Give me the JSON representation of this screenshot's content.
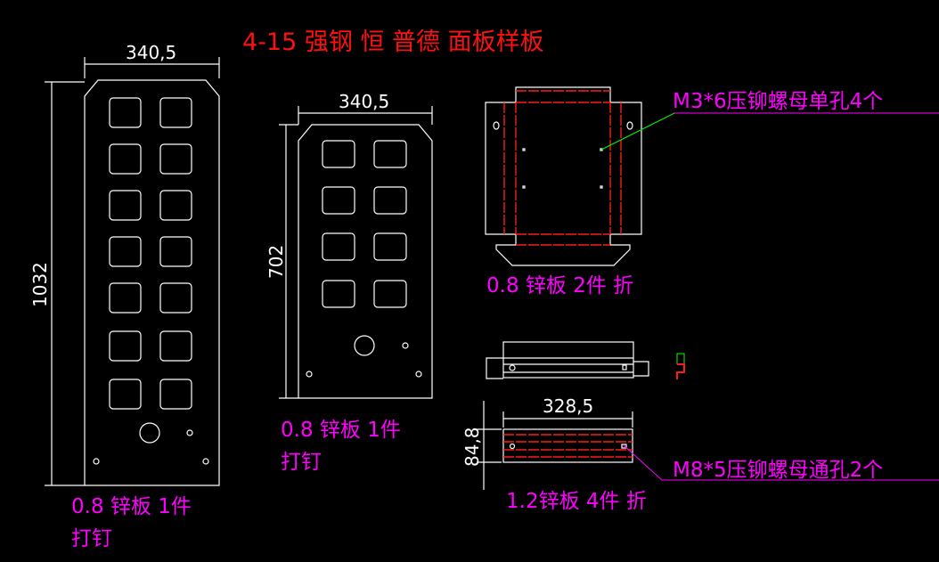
{
  "title": "4-15 强钢 恒 普德 面板样板",
  "panel1": {
    "width_dim": "340,5",
    "height_dim": "1032",
    "label_line1": "0.8 锌板 1件",
    "label_line2": "打钉"
  },
  "panel2": {
    "width_dim": "340,5",
    "height_dim": "702",
    "label_line1": "0.8 锌板 1件",
    "label_line2": "打钉"
  },
  "panel3": {
    "label": "0.8 锌板 2件 折",
    "callout": "M3*6压铆螺母单孔4个"
  },
  "panel5": {
    "width_dim": "328,5",
    "height_dim": "84,8",
    "label": "1.2锌板 4件 折",
    "callout": "M8*5压铆螺母通孔2个"
  },
  "colors": {
    "background": "#000000",
    "line": "#ffffff",
    "bend": "#ff1a1a",
    "annotation": "#ff00ff",
    "title": "#ff1010",
    "leader": "#00ff00"
  }
}
